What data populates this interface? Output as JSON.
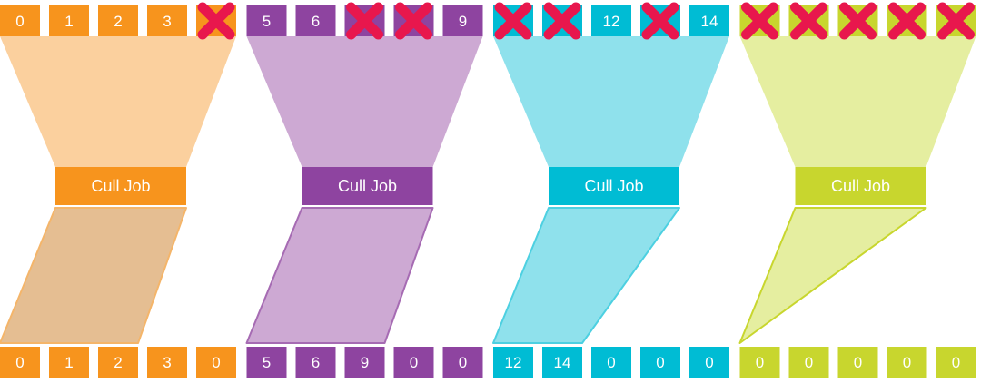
{
  "colors": {
    "orange": "#F7941D",
    "purple": "#8E44A0",
    "cyan": "#00BCD4",
    "lime": "#C8D62E",
    "cross": "#E8174D",
    "text": "#FFFFFF"
  },
  "groups": [
    {
      "id": "orange",
      "job_label": "Cull Job",
      "input": [
        "0",
        "1",
        "2",
        "3",
        null
      ],
      "output": [
        "0",
        "1",
        "2",
        "3",
        "0"
      ],
      "colors": {
        "cell": "#F7941D",
        "top_fill": "#FBD09E",
        "bottom_fill": "#E5BE92",
        "bottom_stroke": "#F4B56A",
        "box": "#F7941D"
      }
    },
    {
      "id": "purple",
      "job_label": "Cull Job",
      "input": [
        "5",
        "6",
        null,
        null,
        "9"
      ],
      "output": [
        "5",
        "6",
        "9",
        "0",
        "0"
      ],
      "colors": {
        "cell": "#8E44A0",
        "top_fill": "#CDA9D3",
        "bottom_fill": "#CDA9D3",
        "bottom_stroke": "#A66BB3",
        "box": "#8E44A0"
      }
    },
    {
      "id": "cyan",
      "job_label": "Cull Job",
      "input": [
        null,
        null,
        "12",
        null,
        "14"
      ],
      "output": [
        "12",
        "14",
        "0",
        "0",
        "0"
      ],
      "colors": {
        "cell": "#00BCD4",
        "top_fill": "#8FE1EC",
        "bottom_fill": "#8FE1EC",
        "bottom_stroke": "#4DD0E1",
        "box": "#00BCD4"
      }
    },
    {
      "id": "lime",
      "job_label": "Cull Job",
      "input": [
        null,
        null,
        null,
        null,
        null
      ],
      "output": [
        "0",
        "0",
        "0",
        "0",
        "0"
      ],
      "colors": {
        "cell": "#C8D62E",
        "top_fill": "#E5EEA0",
        "bottom_fill": "#E5EEA0",
        "bottom_stroke": "#C8D62E",
        "box": "#C8D62E"
      }
    }
  ]
}
